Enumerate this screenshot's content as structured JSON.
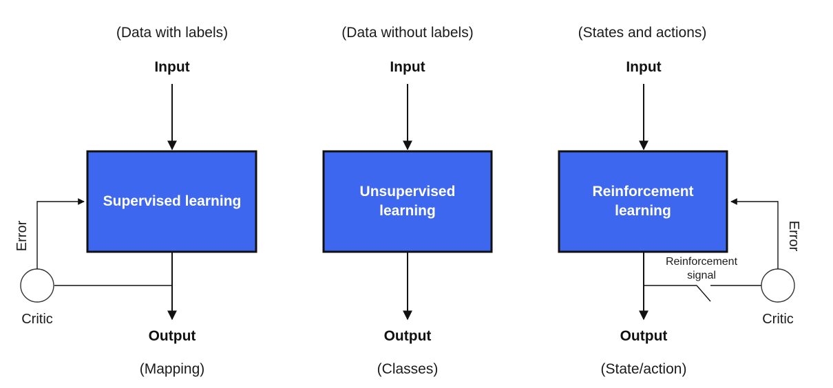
{
  "panels": [
    {
      "caption": "(Data with labels)",
      "input": "Input",
      "box_line1": "Supervised learning",
      "box_line2": "",
      "output": "Output",
      "output_caption": "(Mapping)",
      "error": "Error",
      "critic": "Critic"
    },
    {
      "caption": "(Data without labels)",
      "input": "Input",
      "box_line1": "Unsupervised",
      "box_line2": "learning",
      "output": "Output",
      "output_caption": "(Classes)"
    },
    {
      "caption": "(States and actions)",
      "input": "Input",
      "box_line1": "Reinforcement",
      "box_line2": "learning",
      "output": "Output",
      "output_caption": "(State/action)",
      "error": "Error",
      "critic": "Critic",
      "signal_line1": "Reinforcement",
      "signal_line2": "signal"
    }
  ],
  "colors": {
    "box_fill": "#3d67ef",
    "box_border": "#111111",
    "box_text": "#ffffff",
    "line": "#111111"
  }
}
